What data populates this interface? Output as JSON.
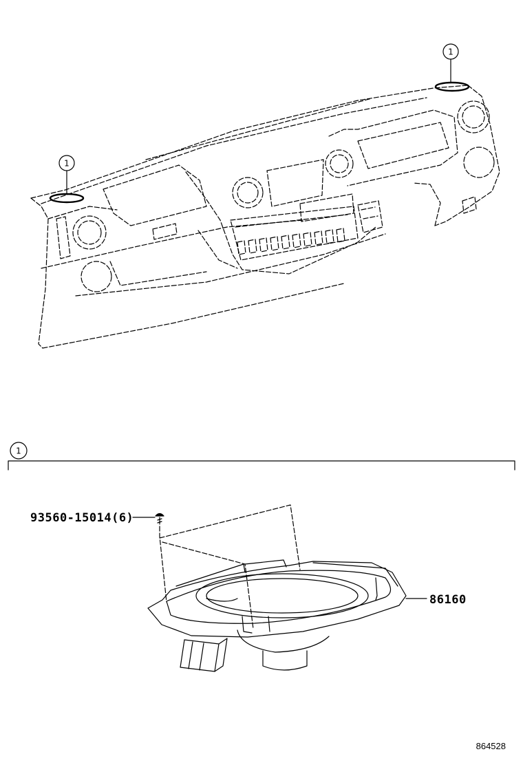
{
  "callouts": [
    {
      "id": "callout-1-left",
      "label": "1"
    },
    {
      "id": "callout-1-right",
      "label": "1"
    },
    {
      "id": "callout-1-section",
      "label": "1"
    }
  ],
  "parts": [
    {
      "id": "screw",
      "part_number": "93560-15014(6)"
    },
    {
      "id": "speaker",
      "part_number": "86160"
    }
  ],
  "illustration_id": "864528"
}
